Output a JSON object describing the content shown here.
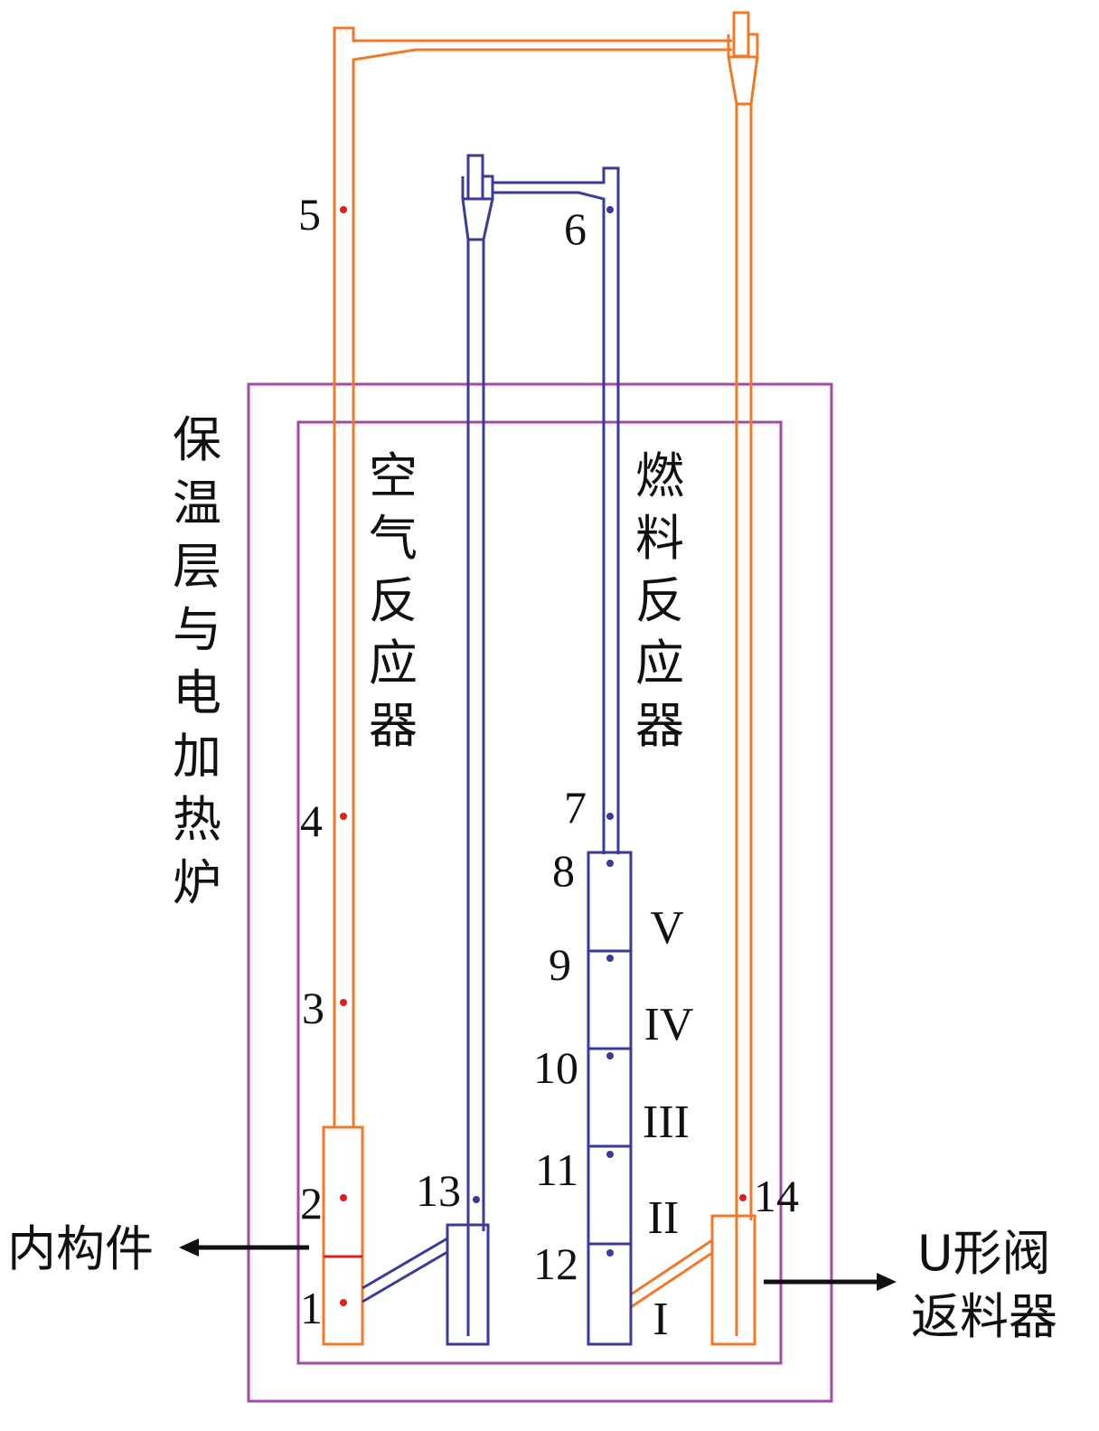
{
  "colors": {
    "air_loop": "#f07a28",
    "fuel_loop": "#3a3a9a",
    "furnace": "#a24aa6",
    "air_points": "#e02020",
    "fuel_points": "#3a3a9a"
  },
  "labels": {
    "furnace": [
      "保",
      "温",
      "层",
      "与",
      "电",
      "加",
      "热",
      "炉"
    ],
    "air_reactor": [
      "空",
      "气",
      "反",
      "应",
      "器"
    ],
    "fuel_reactor": [
      "燃",
      "料",
      "反",
      "应",
      "器"
    ],
    "internals": "内构件",
    "loop_seal_line1": "U形阀",
    "loop_seal_line2": "返料器"
  },
  "points": [
    "1",
    "2",
    "3",
    "4",
    "5",
    "6",
    "7",
    "8",
    "9",
    "10",
    "11",
    "12",
    "13",
    "14"
  ],
  "sections": [
    "I",
    "II",
    "III",
    "IV",
    "V"
  ]
}
